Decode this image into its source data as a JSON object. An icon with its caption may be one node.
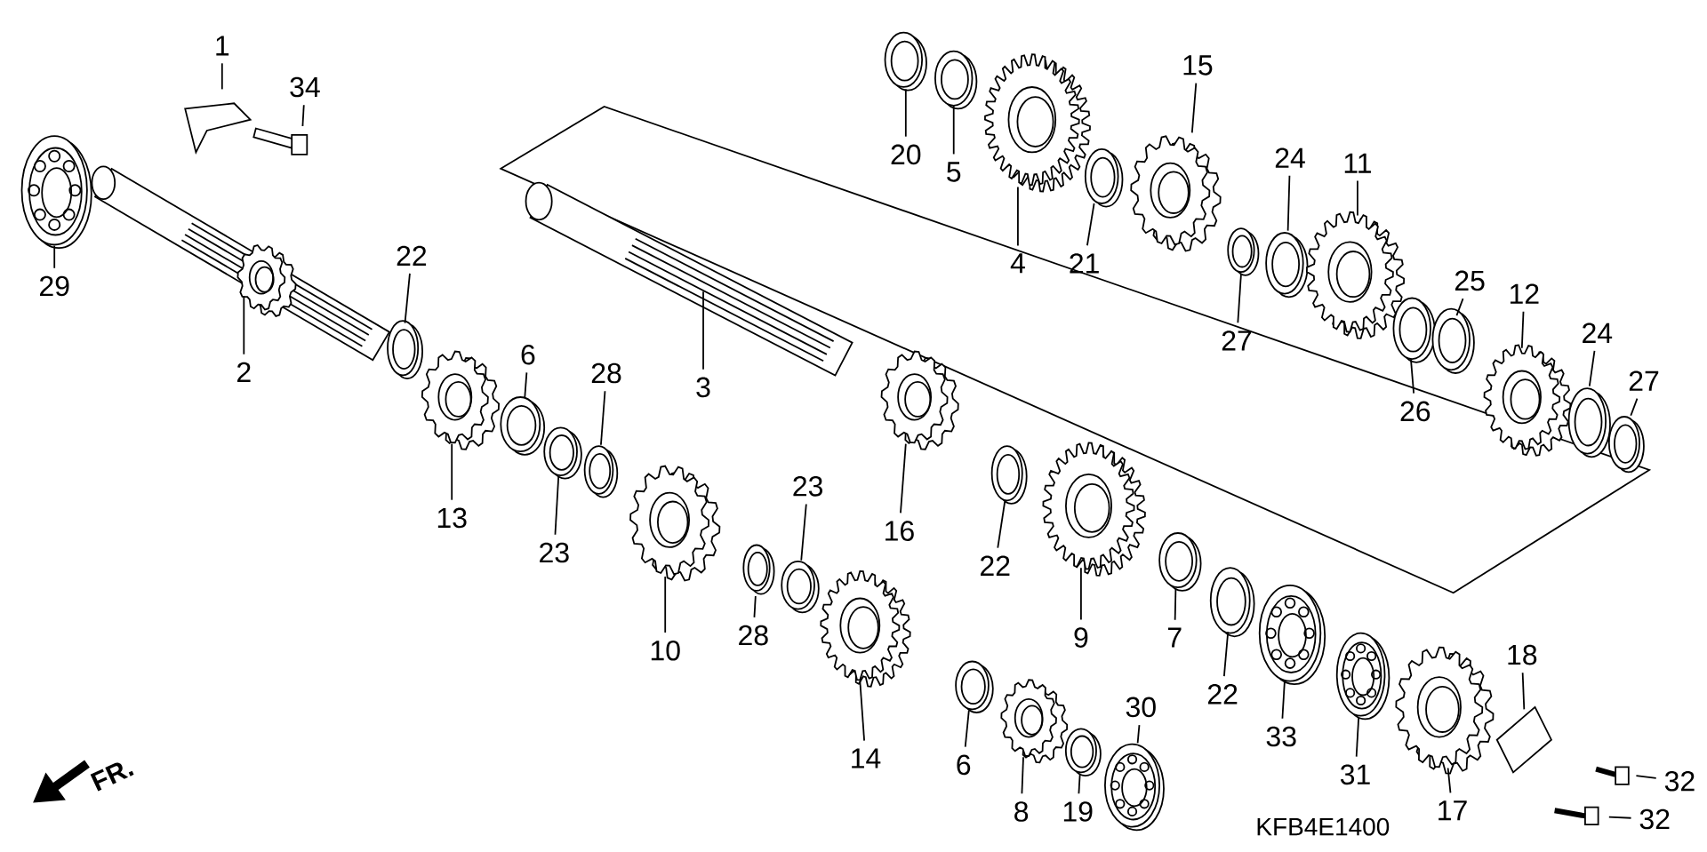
{
  "diagram": {
    "nodes": [
      {
        "text": [
          "1"
        ]
      },
      {
        "text": [
          "15"
        ]
      },
      {
        "text": [
          "34"
        ]
      },
      {
        "text": [
          "20"
        ]
      },
      {
        "text": [
          "11"
        ]
      },
      {
        "text": [
          "24"
        ]
      },
      {
        "text": [
          "5"
        ]
      },
      {
        "text": [
          "4"
        ]
      },
      {
        "text": [
          "21"
        ]
      },
      {
        "text": [
          "29"
        ]
      },
      {
        "text": [
          "25"
        ]
      },
      {
        "text": [
          "12"
        ]
      },
      {
        "text": [
          "24"
        ]
      },
      {
        "text": [
          "22"
        ]
      },
      {
        "text": [
          "27"
        ]
      },
      {
        "text": [
          "6"
        ]
      },
      {
        "text": [
          "2"
        ]
      },
      {
        "text": [
          "28"
        ]
      },
      {
        "text": [
          "27"
        ]
      },
      {
        "text": [
          "3"
        ]
      },
      {
        "text": [
          "26"
        ]
      },
      {
        "text": [
          "23"
        ]
      },
      {
        "text": [
          "13"
        ]
      },
      {
        "text": [
          "16"
        ]
      },
      {
        "text": [
          "23"
        ]
      },
      {
        "text": [
          "22"
        ]
      },
      {
        "text": [
          "9"
        ]
      },
      {
        "text": [
          "7"
        ]
      },
      {
        "text": [
          "28"
        ]
      },
      {
        "text": [
          "10"
        ]
      },
      {
        "text": [
          "22"
        ]
      },
      {
        "text": [
          "18"
        ]
      },
      {
        "text": [
          "30"
        ]
      },
      {
        "text": [
          "33"
        ]
      },
      {
        "text": [
          "14"
        ]
      },
      {
        "text": [
          "6"
        ]
      },
      {
        "text": [
          "31"
        ]
      },
      {
        "text": [
          "32"
        ]
      },
      {
        "text": [
          "8"
        ]
      },
      {
        "text": [
          "19"
        ]
      },
      {
        "text": [
          "17"
        ]
      },
      {
        "text": [
          "32"
        ]
      }
    ],
    "edges": [
      {
        "from": 0,
        "to": null,
        "arrow": "none"
      },
      {
        "from": 1,
        "to": null,
        "arrow": "none"
      },
      {
        "from": 2,
        "to": null,
        "arrow": "none"
      },
      {
        "from": 3,
        "to": null,
        "arrow": "none"
      },
      {
        "from": 4,
        "to": null,
        "arrow": "none"
      },
      {
        "from": 5,
        "to": null,
        "arrow": "none"
      },
      {
        "from": 6,
        "to": null,
        "arrow": "none"
      },
      {
        "from": 7,
        "to": null,
        "arrow": "none"
      },
      {
        "from": 8,
        "to": null,
        "arrow": "none"
      },
      {
        "from": 9,
        "to": null,
        "arrow": "none"
      },
      {
        "from": 10,
        "to": null,
        "arrow": "none"
      },
      {
        "from": 11,
        "to": null,
        "arrow": "none"
      },
      {
        "from": 12,
        "to": null,
        "arrow": "none"
      },
      {
        "from": 13,
        "to": null,
        "arrow": "none"
      },
      {
        "from": 14,
        "to": null,
        "arrow": "none"
      },
      {
        "from": 15,
        "to": null,
        "arrow": "none"
      },
      {
        "from": 16,
        "to": null,
        "arrow": "none"
      },
      {
        "from": 17,
        "to": null,
        "arrow": "none"
      },
      {
        "from": 18,
        "to": null,
        "arrow": "none"
      },
      {
        "from": 19,
        "to": null,
        "arrow": "none"
      },
      {
        "from": 20,
        "to": null,
        "arrow": "none"
      },
      {
        "from": 21,
        "to": null,
        "arrow": "none"
      },
      {
        "from": 22,
        "to": null,
        "arrow": "none"
      },
      {
        "from": 23,
        "to": null,
        "arrow": "none"
      },
      {
        "from": 24,
        "to": null,
        "arrow": "none"
      },
      {
        "from": 25,
        "to": null,
        "arrow": "none"
      },
      {
        "from": 26,
        "to": null,
        "arrow": "none"
      },
      {
        "from": 27,
        "to": null,
        "arrow": "none"
      },
      {
        "from": 28,
        "to": null,
        "arrow": "none"
      },
      {
        "from": 29,
        "to": null,
        "arrow": "none"
      },
      {
        "from": 30,
        "to": null,
        "arrow": "none"
      },
      {
        "from": 31,
        "to": null,
        "arrow": "none"
      },
      {
        "from": 32,
        "to": null,
        "arrow": "none"
      },
      {
        "from": 33,
        "to": null,
        "arrow": "none"
      },
      {
        "from": 34,
        "to": null,
        "arrow": "none"
      },
      {
        "from": 35,
        "to": null,
        "arrow": "none"
      },
      {
        "from": 36,
        "to": null,
        "arrow": "none"
      },
      {
        "from": 37,
        "to": null,
        "arrow": "none"
      },
      {
        "from": 38,
        "to": null,
        "arrow": "none"
      },
      {
        "from": 39,
        "to": null,
        "arrow": "none"
      },
      {
        "from": 40,
        "to": null,
        "arrow": "none"
      },
      {
        "from": 41,
        "to": null,
        "arrow": "none"
      }
    ],
    "labels": [
      "FR.",
      "KFB4E1400"
    ]
  }
}
